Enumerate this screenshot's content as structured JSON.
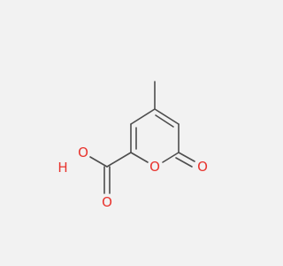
{
  "molecule": {
    "atoms": {
      "ring_oxygen": "O",
      "carbonyl_oxygen": "O",
      "acid_oxygen_double": "O",
      "acid_oxygen_hydroxyl": "O",
      "hydroxyl_hydrogen": "H"
    },
    "colors": {
      "bond": "#4d4d4d",
      "oxygen": "#e8332d",
      "background": "#f2f2f2"
    }
  }
}
